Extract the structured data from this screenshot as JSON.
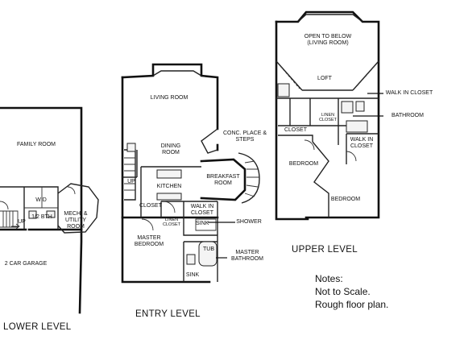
{
  "levels": {
    "lower": "LOWER LEVEL",
    "entry": "ENTRY LEVEL",
    "upper": "UPPER LEVEL"
  },
  "lower_rooms": {
    "family_room": "FAMILY ROOM",
    "w_d": "W  D",
    "half_bath": "1/2 BTH",
    "mech_utility": "MECH. & UTILITY ROOM",
    "up": "UP",
    "garage": "2 CAR GARAGE"
  },
  "entry_rooms": {
    "living_room": "LIVING ROOM",
    "dining_room": "DINING ROOM",
    "up": "UP",
    "kitchen": "KITCHEN",
    "breakfast_room": "BREAKFAST ROOM",
    "conc_place_steps": "CONC. PLACE & STEPS",
    "closet": "CLOSET",
    "linen_closet": "LINEN CLOSET",
    "walk_in_closet": "WALK IN CLOSET",
    "sink": "SINK",
    "shower": "SHOWER",
    "master_bedroom": "MASTER BEDROOM",
    "tub": "TUB",
    "master_bathroom": "MASTER BATHROOM",
    "sink_2": "SINK"
  },
  "upper_rooms": {
    "open_to_below": "OPEN TO BELOW (LIVING ROOM)",
    "loft": "LOFT",
    "walk_in_closet": "WALK IN CLOSET",
    "linen_closet": "LINEN CLOSET",
    "bathroom": "BATHROOM",
    "closet": "CLOSET",
    "walk_in_closet_2": "WALK IN CLOSET",
    "bedroom_1": "BEDROOM",
    "bedroom_2": "BEDROOM"
  },
  "notes": {
    "heading": "Notes:",
    "line1": "Not to Scale.",
    "line2": "Rough floor plan."
  }
}
